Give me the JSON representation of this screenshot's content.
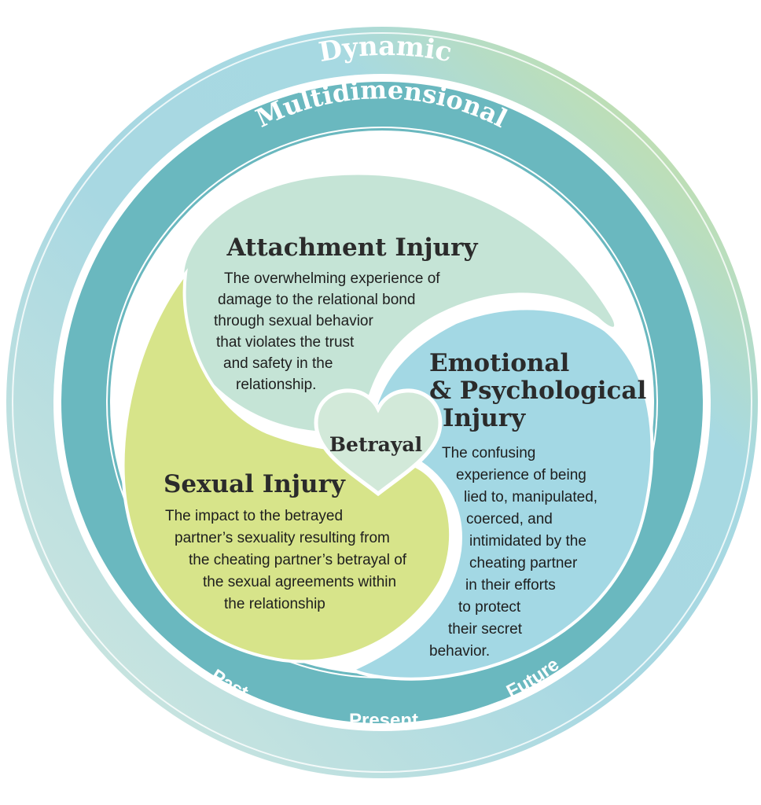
{
  "diagram": {
    "outer_ring": {
      "label": "Dynamic"
    },
    "middle_ring": {
      "label": "Multidimensional"
    },
    "time_labels": {
      "past": "Past",
      "present": "Present",
      "future": "Future"
    },
    "center": {
      "label": "Betrayal"
    },
    "attachment": {
      "title": "Attachment Injury",
      "lines": [
        "The overwhelming experience of",
        "damage to the relational bond",
        "through sexual behavior",
        "that violates the trust",
        "and safety in the",
        "relationship."
      ]
    },
    "emotional": {
      "title_lines": [
        "Emotional",
        "& Psychological",
        "Injury"
      ],
      "lines": [
        "The confusing",
        "experience of being",
        "lied to, manipulated,",
        "coerced, and",
        "intimidated by the",
        "cheating partner",
        "in their efforts",
        "to protect",
        "their secret",
        "behavior."
      ]
    },
    "sexual": {
      "title": "Sexual Injury",
      "lines": [
        "The impact to the betrayed",
        "partner’s sexuality resulting from",
        "the cheating partner’s betrayal of",
        "the sexual agreements within",
        "the relationship"
      ]
    }
  },
  "colors": {
    "outer_ring_green": "#cfe08a",
    "outer_ring_blue": "#a3d7e1",
    "outer_ring_pale": "#d5e9de",
    "middle_ring": "#6ab8bf",
    "attachment_fill": "#c5e4d6",
    "emotional_fill": "#a3d8e4",
    "sexual_fill": "#d7e48a",
    "heart_fill": "#d2e9d9",
    "dark_text": "#2b2b2b"
  }
}
